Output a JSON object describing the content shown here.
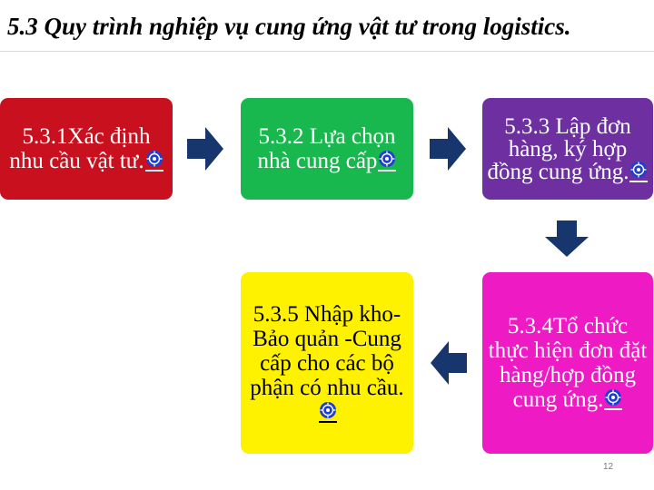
{
  "slide": {
    "title": "5.3 Quy trình nghiệp vụ cung ứng vật tư trong logistics.",
    "page_number": "12"
  },
  "steps": [
    {
      "label": "5.3.1Xác định nhu cầu vật tư.",
      "color": "#c8101e",
      "text_color": "#ffffff"
    },
    {
      "label": "5.3.2 Lựa chọn nhà cung cấp",
      "color": "#18b84e",
      "text_color": "#ffffff"
    },
    {
      "label": "5.3.3 Lập đơn hàng, ký hợp đồng cung ứng.",
      "color": "#6e2fa0",
      "text_color": "#ffffff"
    },
    {
      "label": "5.3.4Tổ chức thực hiện đơn đặt hàng/hợp đồng cung ứng.",
      "color": "#ee1bc4",
      "text_color": "#ffffff"
    },
    {
      "label": "5.3.5 Nhập kho-Bảo quản -Cung cấp cho các bộ phận có nhu cầu.",
      "color": "#fff200",
      "text_color": "#000000"
    }
  ],
  "icons": {
    "link": "flower-link-icon",
    "arrow": "block-arrow-icon"
  },
  "colors": {
    "arrow": "#17366e",
    "link_icon": "#1f3fd1"
  }
}
